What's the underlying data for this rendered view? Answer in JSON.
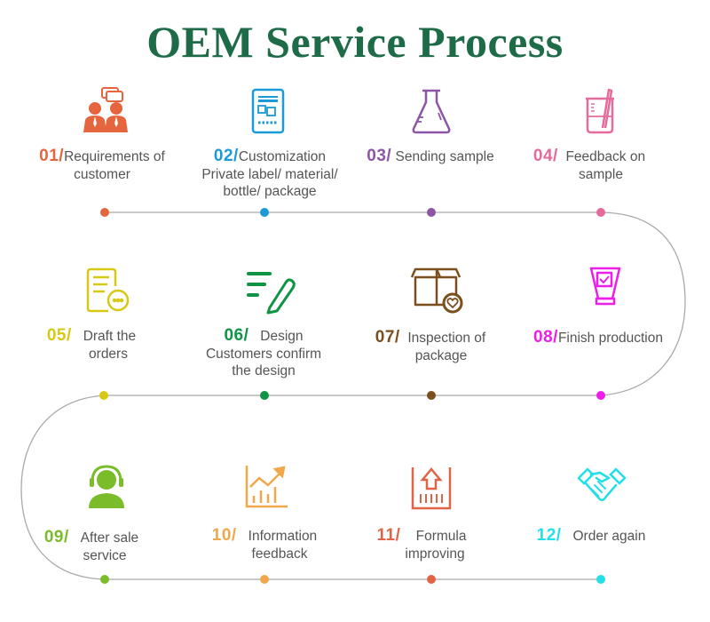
{
  "title": "OEM Service Process",
  "line_color": "#a9a9a9",
  "steps": [
    {
      "num": "01/",
      "text": "Requirements of",
      "sub": "customer",
      "color": "#e5653e",
      "icon": "people-chat-icon"
    },
    {
      "num": "02/",
      "text": "Customization",
      "sub": "Private label/ material/ bottle/ package",
      "color": "#1a9ad6",
      "icon": "tablet-layout-icon"
    },
    {
      "num": "03/",
      "text": "Sending sample",
      "sub": "",
      "color": "#8c55a5",
      "icon": "flask-icon"
    },
    {
      "num": "04/",
      "text": "Feedback on",
      "sub": "sample",
      "color": "#e56b9c",
      "icon": "beaker-icon"
    },
    {
      "num": "05/",
      "text": "Draft the",
      "sub": "orders",
      "color": "#d7c913",
      "icon": "document-chat-icon"
    },
    {
      "num": "06/",
      "text": "Design",
      "sub": "Customers confirm the design",
      "color": "#0f9445",
      "icon": "edit-pen-icon"
    },
    {
      "num": "07/",
      "text": "Inspection of",
      "sub": "package",
      "color": "#7a4e1d",
      "icon": "box-heart-icon"
    },
    {
      "num": "08/",
      "text": "Finish production",
      "sub": "",
      "color": "#ec1ee8",
      "icon": "tube-check-icon"
    },
    {
      "num": "09/",
      "text": "After sale",
      "sub": "service",
      "color": "#7bbc2a",
      "icon": "support-headset-icon"
    },
    {
      "num": "10/",
      "text": "Information",
      "sub": "feedback",
      "color": "#f1a84c",
      "icon": "chart-growth-icon"
    },
    {
      "num": "11/",
      "text": "Formula",
      "sub": "improving",
      "color": "#e06446",
      "icon": "upgrade-arrow-icon"
    },
    {
      "num": "12/",
      "text": "Order again",
      "sub": "",
      "color": "#22dfe8",
      "icon": "handshake-icon"
    }
  ]
}
